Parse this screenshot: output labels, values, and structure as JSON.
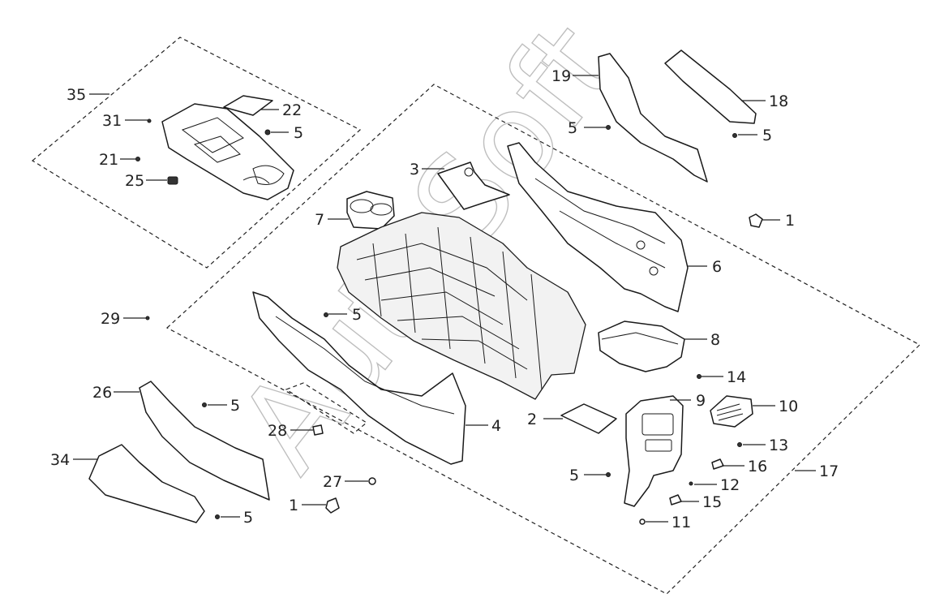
{
  "watermark": "AutoSoft",
  "labels": {
    "l1a": "1",
    "l1b": "1",
    "l2": "2",
    "l3": "3",
    "l4": "4",
    "l5a": "5",
    "l5b": "5",
    "l5c": "5",
    "l5d": "5",
    "l5e": "5",
    "l5f": "5",
    "l5g": "5",
    "l6": "6",
    "l7": "7",
    "l8": "8",
    "l9": "9",
    "l10": "10",
    "l11": "11",
    "l12": "12",
    "l13": "13",
    "l14": "14",
    "l15": "15",
    "l16": "16",
    "l17": "17",
    "l18": "18",
    "l19": "19",
    "l21": "21",
    "l22": "22",
    "l25": "25",
    "l26": "26",
    "l27": "27",
    "l28": "28",
    "l29": "29",
    "l31": "31",
    "l34": "34",
    "l35": "35"
  }
}
